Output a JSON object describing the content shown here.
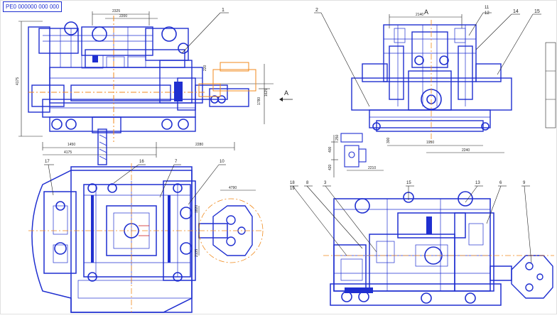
{
  "doc_label": "РЕ0 000000 000 000",
  "view_marker": "A",
  "colors": {
    "outline": "#1f2fd0",
    "heavy": "#0a1aa8",
    "dim": "#222222",
    "accent": "#f08a1c",
    "red": "#d02020",
    "bg": "#ffffff"
  },
  "views": {
    "side": {
      "leaders": [
        "1"
      ],
      "dims_top": [
        "2325",
        "2200"
      ],
      "dims_bottom": [
        "1450",
        "2280",
        "4175"
      ],
      "dims_right": [
        "1780",
        "1625",
        "220"
      ],
      "dims_left": [
        "4175"
      ]
    },
    "front": {
      "section_label": "A",
      "leaders": [
        "2",
        "11",
        "12",
        "14",
        "15"
      ],
      "dims_top": [
        "2140"
      ],
      "dims_bottom": [
        "1950",
        "2240",
        "2210"
      ],
      "dims_left": [
        "400",
        "420",
        "250",
        "300"
      ]
    },
    "plan": {
      "leaders": [
        "17",
        "16",
        "7",
        "10"
      ],
      "dims": [
        "4790",
        "1820",
        "2135"
      ]
    },
    "section": {
      "leaders": [
        "18",
        "19",
        "8",
        "3",
        "15",
        "13",
        "6",
        "9"
      ]
    }
  }
}
